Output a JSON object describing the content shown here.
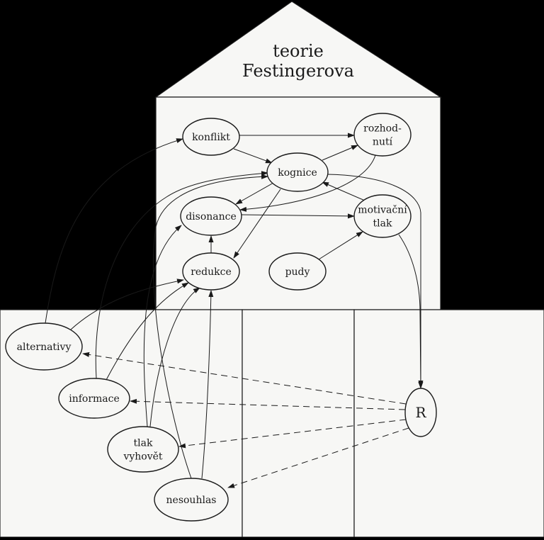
{
  "title": {
    "line1": "teorie",
    "line2": "Festingerova"
  },
  "nodes": {
    "konflikt": {
      "lines": [
        "konflikt"
      ]
    },
    "rozhodnuti": {
      "lines": [
        "rozhod-",
        "nutí"
      ]
    },
    "kognice": {
      "lines": [
        "kognice"
      ]
    },
    "disonance": {
      "lines": [
        "disonance"
      ]
    },
    "motivacni_tlak": {
      "lines": [
        "motivační",
        "tlak"
      ]
    },
    "redukce": {
      "lines": [
        "redukce"
      ]
    },
    "pudy": {
      "lines": [
        "pudy"
      ]
    },
    "alternativy": {
      "lines": [
        "alternativy"
      ]
    },
    "informace": {
      "lines": [
        "informace"
      ]
    },
    "tlak_vyhovet": {
      "lines": [
        "tlak",
        "vyhovět"
      ]
    },
    "nesouhlas": {
      "lines": [
        "nesouhlas"
      ]
    },
    "R": {
      "lines": [
        "R"
      ]
    }
  },
  "edges": [
    {
      "from": "konflikt",
      "to": "rozhodnuti",
      "style": "solid"
    },
    {
      "from": "konflikt",
      "to": "kognice",
      "style": "solid"
    },
    {
      "from": "kognice",
      "to": "rozhodnuti",
      "style": "solid"
    },
    {
      "from": "rozhodnuti",
      "to": "disonance",
      "style": "solid"
    },
    {
      "from": "kognice",
      "to": "disonance",
      "style": "solid"
    },
    {
      "from": "kognice",
      "to": "redukce",
      "style": "solid"
    },
    {
      "from": "disonance",
      "to": "motivacni_tlak",
      "style": "solid"
    },
    {
      "from": "motivacni_tlak",
      "to": "kognice",
      "style": "solid"
    },
    {
      "from": "pudy",
      "to": "motivacni_tlak",
      "style": "solid"
    },
    {
      "from": "redukce",
      "to": "disonance",
      "style": "solid"
    },
    {
      "from": "kognice",
      "to": "R",
      "style": "solid"
    },
    {
      "from": "motivacni_tlak",
      "to": "R",
      "style": "solid"
    },
    {
      "from": "alternativy",
      "to": "konflikt",
      "style": "solid"
    },
    {
      "from": "alternativy",
      "to": "redukce",
      "style": "solid"
    },
    {
      "from": "informace",
      "to": "kognice",
      "style": "solid"
    },
    {
      "from": "informace",
      "to": "redukce",
      "style": "solid"
    },
    {
      "from": "tlak_vyhovet",
      "to": "disonance",
      "style": "solid"
    },
    {
      "from": "tlak_vyhovet",
      "to": "redukce",
      "style": "solid"
    },
    {
      "from": "nesouhlas",
      "to": "kognice",
      "style": "solid"
    },
    {
      "from": "nesouhlas",
      "to": "redukce",
      "style": "solid"
    },
    {
      "from": "R",
      "to": "alternativy",
      "style": "dashed"
    },
    {
      "from": "R",
      "to": "informace",
      "style": "dashed"
    },
    {
      "from": "R",
      "to": "tlak_vyhovet",
      "style": "dashed"
    },
    {
      "from": "R",
      "to": "nesouhlas",
      "style": "dashed"
    }
  ],
  "colors": {
    "background": "#000000",
    "paper": "#f7f7f5",
    "ink": "#1a1a1a"
  }
}
